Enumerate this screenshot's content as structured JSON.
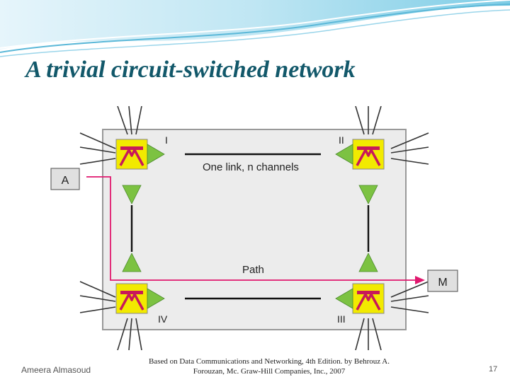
{
  "slide": {
    "title": "A trivial circuit-switched network",
    "author": "Ameera Almasoud",
    "citation_line1": "Based on Data Communications and Networking, 4th Edition. by Behrouz A.",
    "citation_line2": "Forouzan,   Mc. Graw-Hill Companies, Inc., 2007",
    "page_number": "17"
  },
  "diagram": {
    "switch_labels": [
      "I",
      "II",
      "III",
      "IV"
    ],
    "end_system_a": "A",
    "end_system_m": "M",
    "link_label": "One link, n channels",
    "path_label": "Path",
    "colors": {
      "switch_fill": "#f2ea00",
      "switch_symbol": "#c8185a",
      "arrow_fill": "#7cc242",
      "path_line": "#e0186e",
      "frame_fill": "#ececec",
      "frame_border": "#999999",
      "teal_title": "#12586a"
    }
  }
}
